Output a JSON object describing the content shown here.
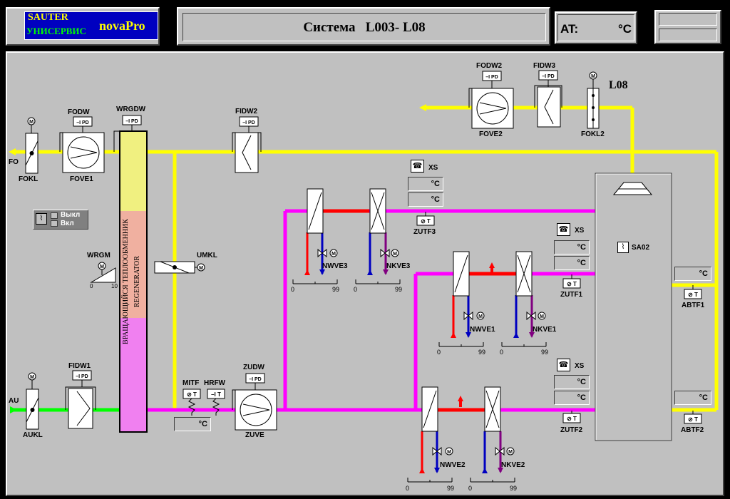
{
  "header": {
    "logo_line1": "SAUTER",
    "logo_line2": "УНИСЕРВИС",
    "logo_brand": "novaPro",
    "title": "Система   L003- L08",
    "at_label": "AT:",
    "at_unit": "°C"
  },
  "colors": {
    "supply": "#ff00ff",
    "exhaust": "#ffff00",
    "outdoor": "#00ff00",
    "hot": "#ff0000",
    "cold": "#0000c0",
    "panel": "#c0c0c0"
  },
  "labels": {
    "fo": "FO",
    "au": "AU",
    "fokl": "FOKL",
    "aukl": "AUKL",
    "fodw": "FODW",
    "fove1": "FOVE1",
    "wrgdw": "WRGDW",
    "fidw2": "FIDW2",
    "fodw2": "FODW2",
    "fove2": "FOVE2",
    "fidw3": "FIDW3",
    "fokl2": "FOKL2",
    "l08": "L08",
    "wrgm": "WRGM",
    "umkl": "UMKL",
    "fidw1": "FIDW1",
    "mitf": "MITF",
    "hrfw": "HRFW",
    "zudw": "ZUDW",
    "zuve": "ZUVE",
    "nwve3": "NWVE3",
    "nkve3": "NKVE3",
    "zutf3": "ZUTF3",
    "nwve1": "NWVE1",
    "nkve1": "NKVE1",
    "zutf1": "ZUTF1",
    "nwve2": "NWVE2",
    "nkve2": "NKVE2",
    "zutf2": "ZUTF2",
    "sa02": "SA02",
    "abtf1": "ABTF1",
    "abtf2": "ABTF2",
    "xs": "XS",
    "regen_line1": "ВРАЩАЮЩИЙСЯ ТЕПЛООБМЕННИК",
    "regen_line2": "REGENERATOR",
    "pd": "PD",
    "t": "T",
    "m": "M"
  },
  "switch": {
    "off": "Выкл",
    "on": "Вкл"
  },
  "scales": {
    "min": "0",
    "max": "99",
    "wrgm_min": "0",
    "wrgm_max": "10"
  },
  "temps": {
    "xs3_a": "°C",
    "xs3_b": "°C",
    "xs1_a": "°C",
    "xs1_b": "°C",
    "xs2_a": "°C",
    "xs2_b": "°C",
    "abtf1": "°C",
    "abtf2": "°C",
    "mitf": "°C"
  }
}
